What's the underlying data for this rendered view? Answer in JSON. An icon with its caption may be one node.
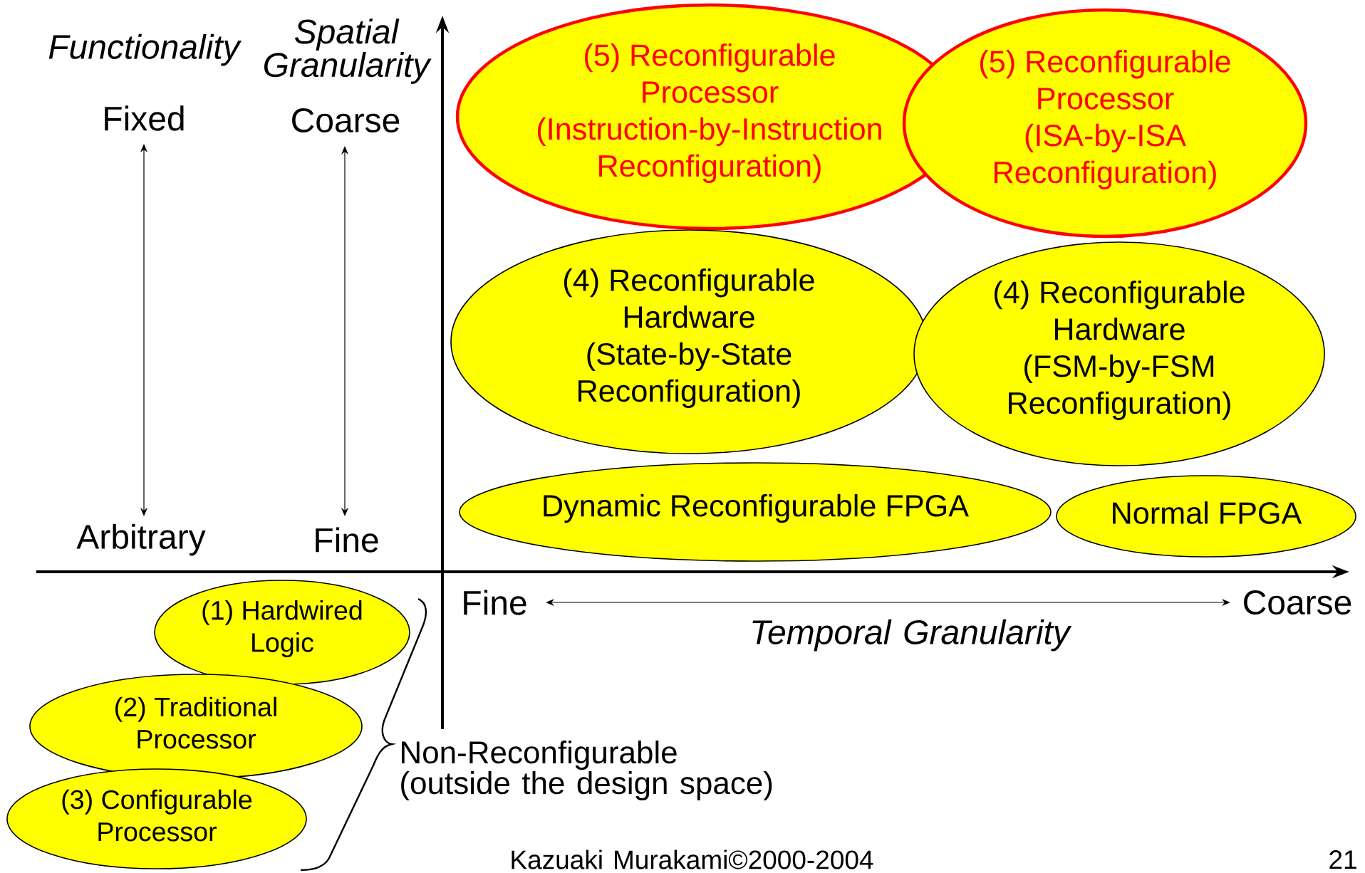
{
  "diagram": {
    "nodes": [
      {
        "text": [
          "(5) Reconfigurable Processor (Instruction-by-Instruction Reconfiguration)"
        ]
      },
      {
        "text": [
          "(5) Reconfigurable Processor (ISA-by-ISA Reconfiguration)"
        ]
      },
      {
        "text": [
          "(4) Reconfigurable Hardware (State-by-State Reconfiguration)"
        ]
      },
      {
        "text": [
          "(4) Reconfigurable Hardware (FSM-by-FSM Reconfiguration)"
        ]
      },
      {
        "text": [
          "Dynamic Reconfigurable FPGA"
        ]
      },
      {
        "text": [
          "Normal FPGA"
        ]
      },
      {
        "text": [
          "(1) Hardwired Logic"
        ]
      },
      {
        "text": [
          "(2) Traditional Processor"
        ]
      },
      {
        "text": [
          "(3) Configurable Processor"
        ]
      }
    ],
    "labels": [
      "Functionality",
      "Spatial Granularity",
      "Fixed",
      "Coarse",
      "Arbitrary",
      "Fine",
      "Fine",
      "Coarse",
      "Temporal Granularity",
      "Non-Reconfigurable (outside the design space)",
      "Kazuaki Murakami©2000-2004",
      "21"
    ]
  }
}
